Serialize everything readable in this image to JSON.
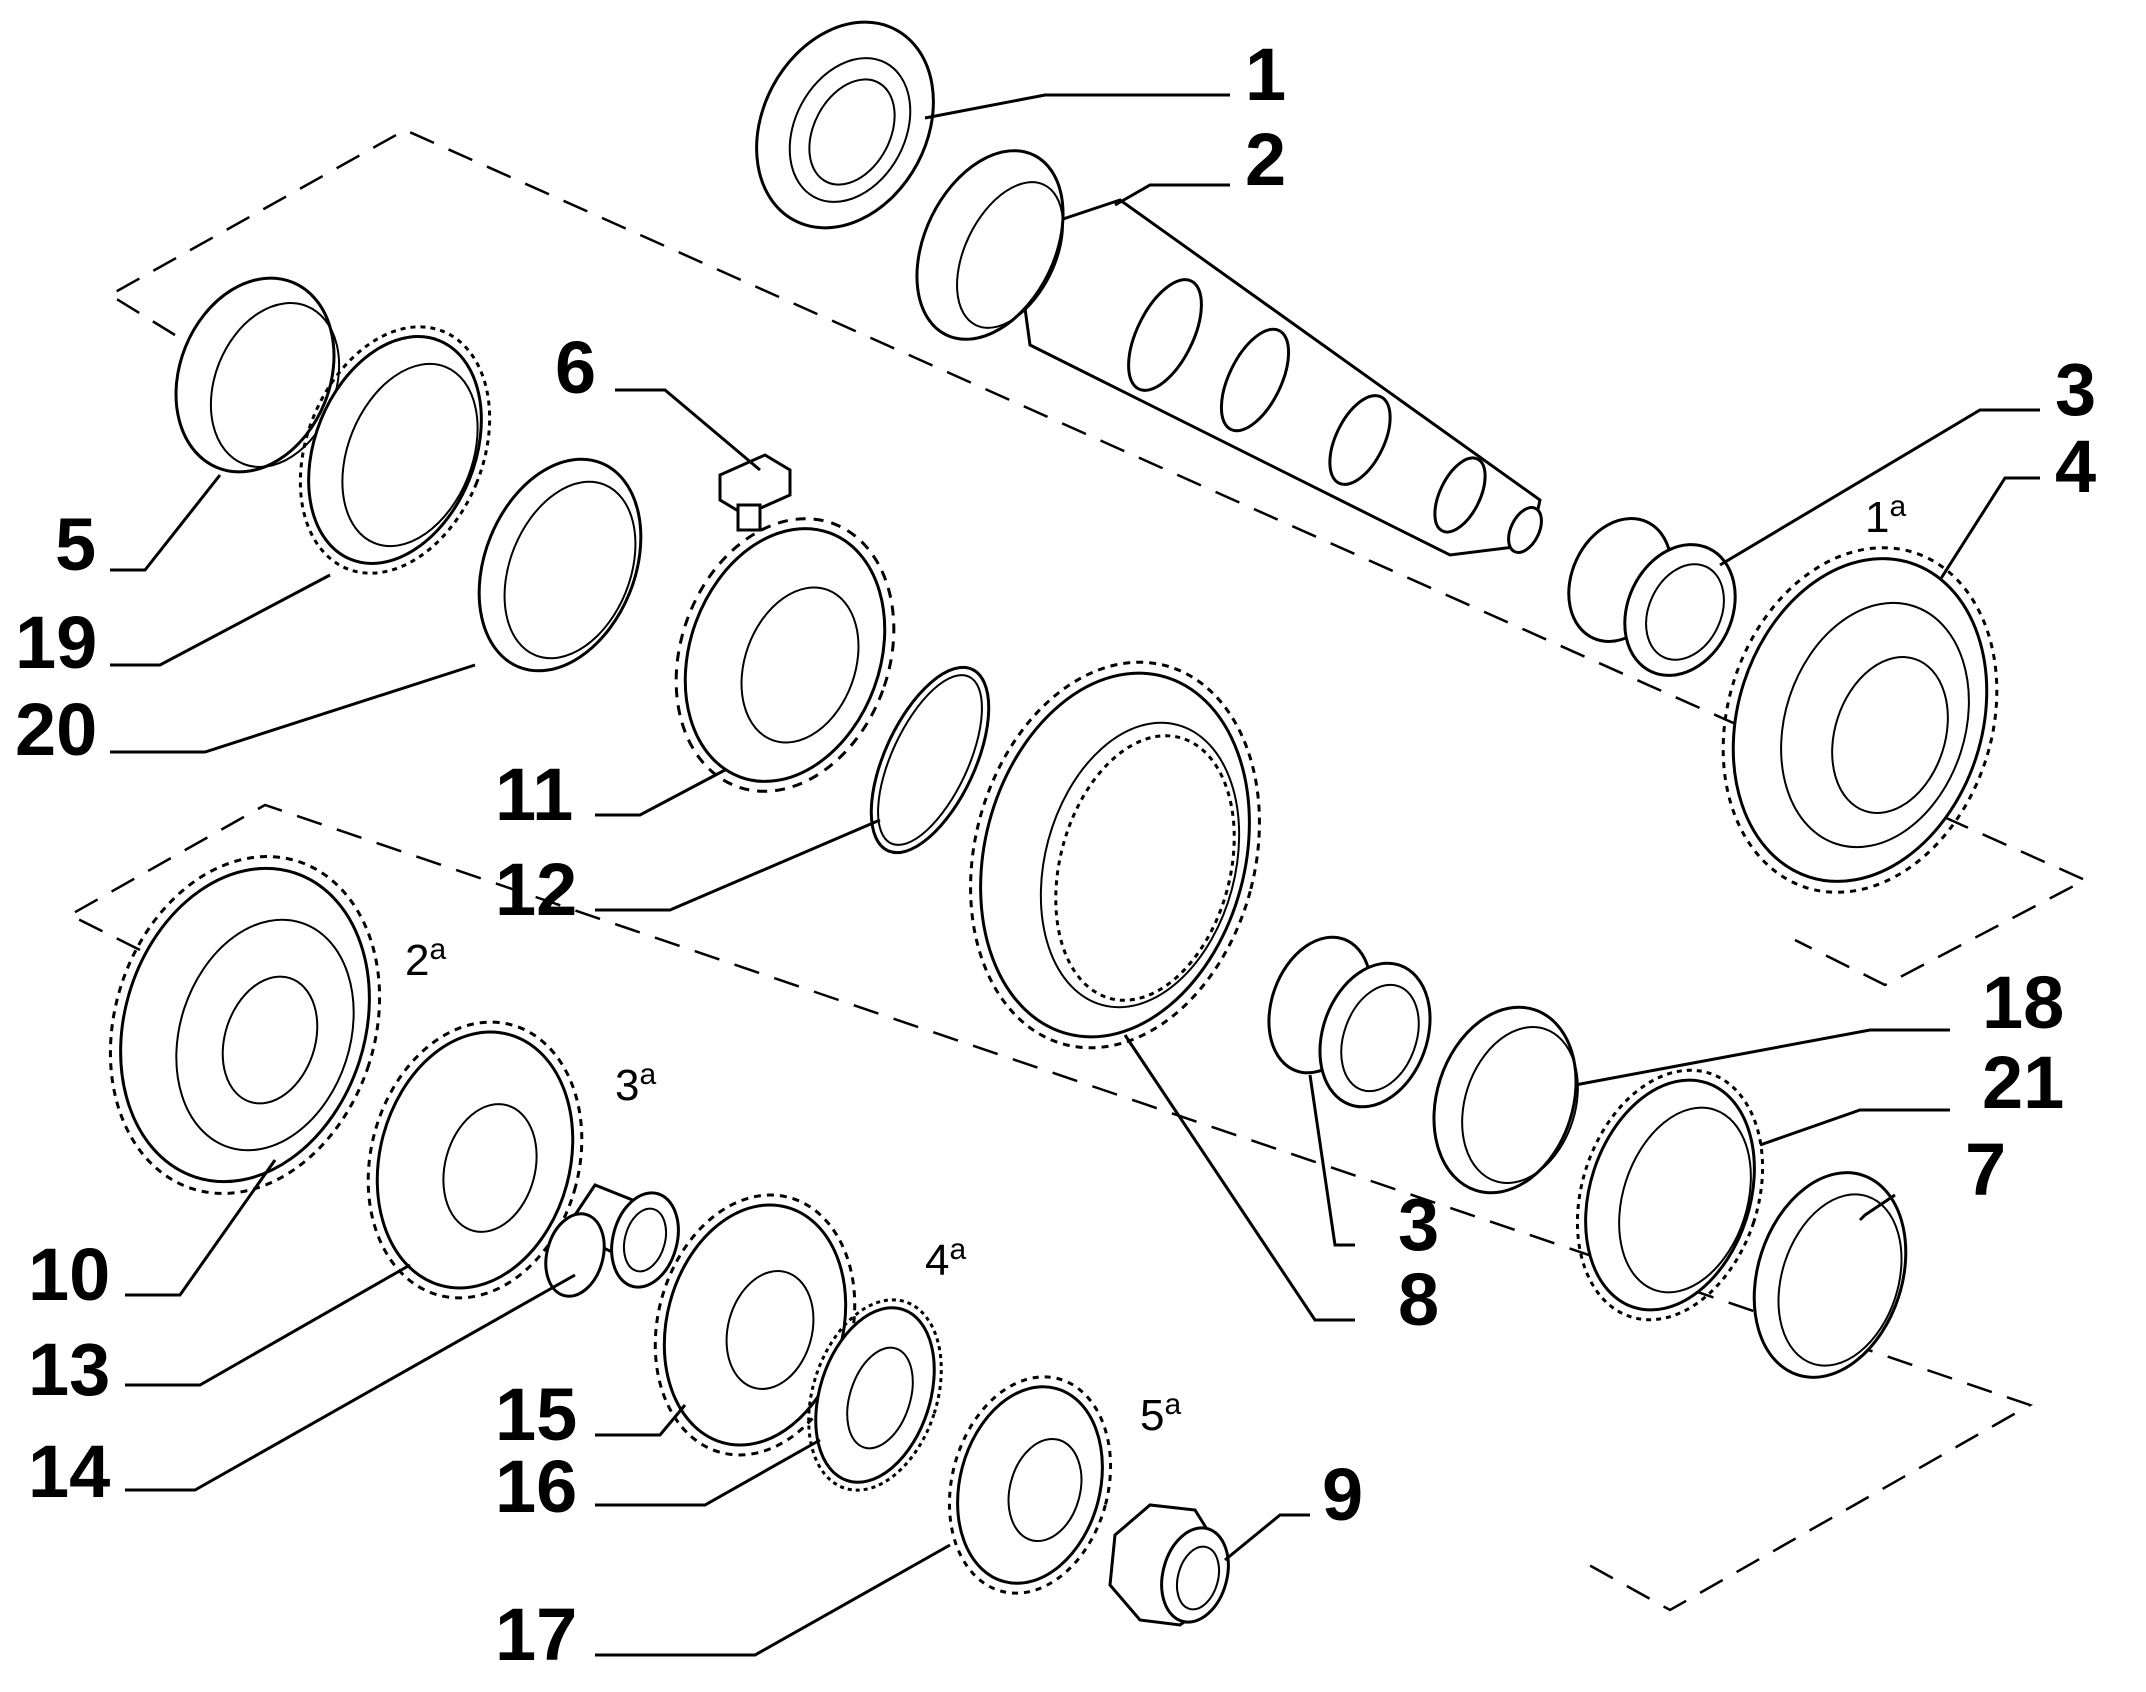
{
  "callouts": [
    {
      "id": "1",
      "label": "1"
    },
    {
      "id": "2",
      "label": "2"
    },
    {
      "id": "3a",
      "label": "3"
    },
    {
      "id": "4",
      "label": "4"
    },
    {
      "id": "5",
      "label": "5"
    },
    {
      "id": "6",
      "label": "6"
    },
    {
      "id": "7",
      "label": "7"
    },
    {
      "id": "8",
      "label": "8"
    },
    {
      "id": "9",
      "label": "9"
    },
    {
      "id": "10",
      "label": "10"
    },
    {
      "id": "11",
      "label": "11"
    },
    {
      "id": "12",
      "label": "12"
    },
    {
      "id": "13",
      "label": "13"
    },
    {
      "id": "14",
      "label": "14"
    },
    {
      "id": "15",
      "label": "15"
    },
    {
      "id": "16",
      "label": "16"
    },
    {
      "id": "17",
      "label": "17"
    },
    {
      "id": "18",
      "label": "18"
    },
    {
      "id": "19",
      "label": "19"
    },
    {
      "id": "20",
      "label": "20"
    },
    {
      "id": "21",
      "label": "21"
    },
    {
      "id": "3b",
      "label": "3"
    }
  ],
  "gear_labels": [
    {
      "id": "g1",
      "num": "1",
      "sup": "a"
    },
    {
      "id": "g2",
      "num": "2",
      "sup": "a"
    },
    {
      "id": "g3",
      "num": "3",
      "sup": "a"
    },
    {
      "id": "g4",
      "num": "4",
      "sup": "a"
    },
    {
      "id": "g5",
      "num": "5",
      "sup": "a"
    }
  ]
}
